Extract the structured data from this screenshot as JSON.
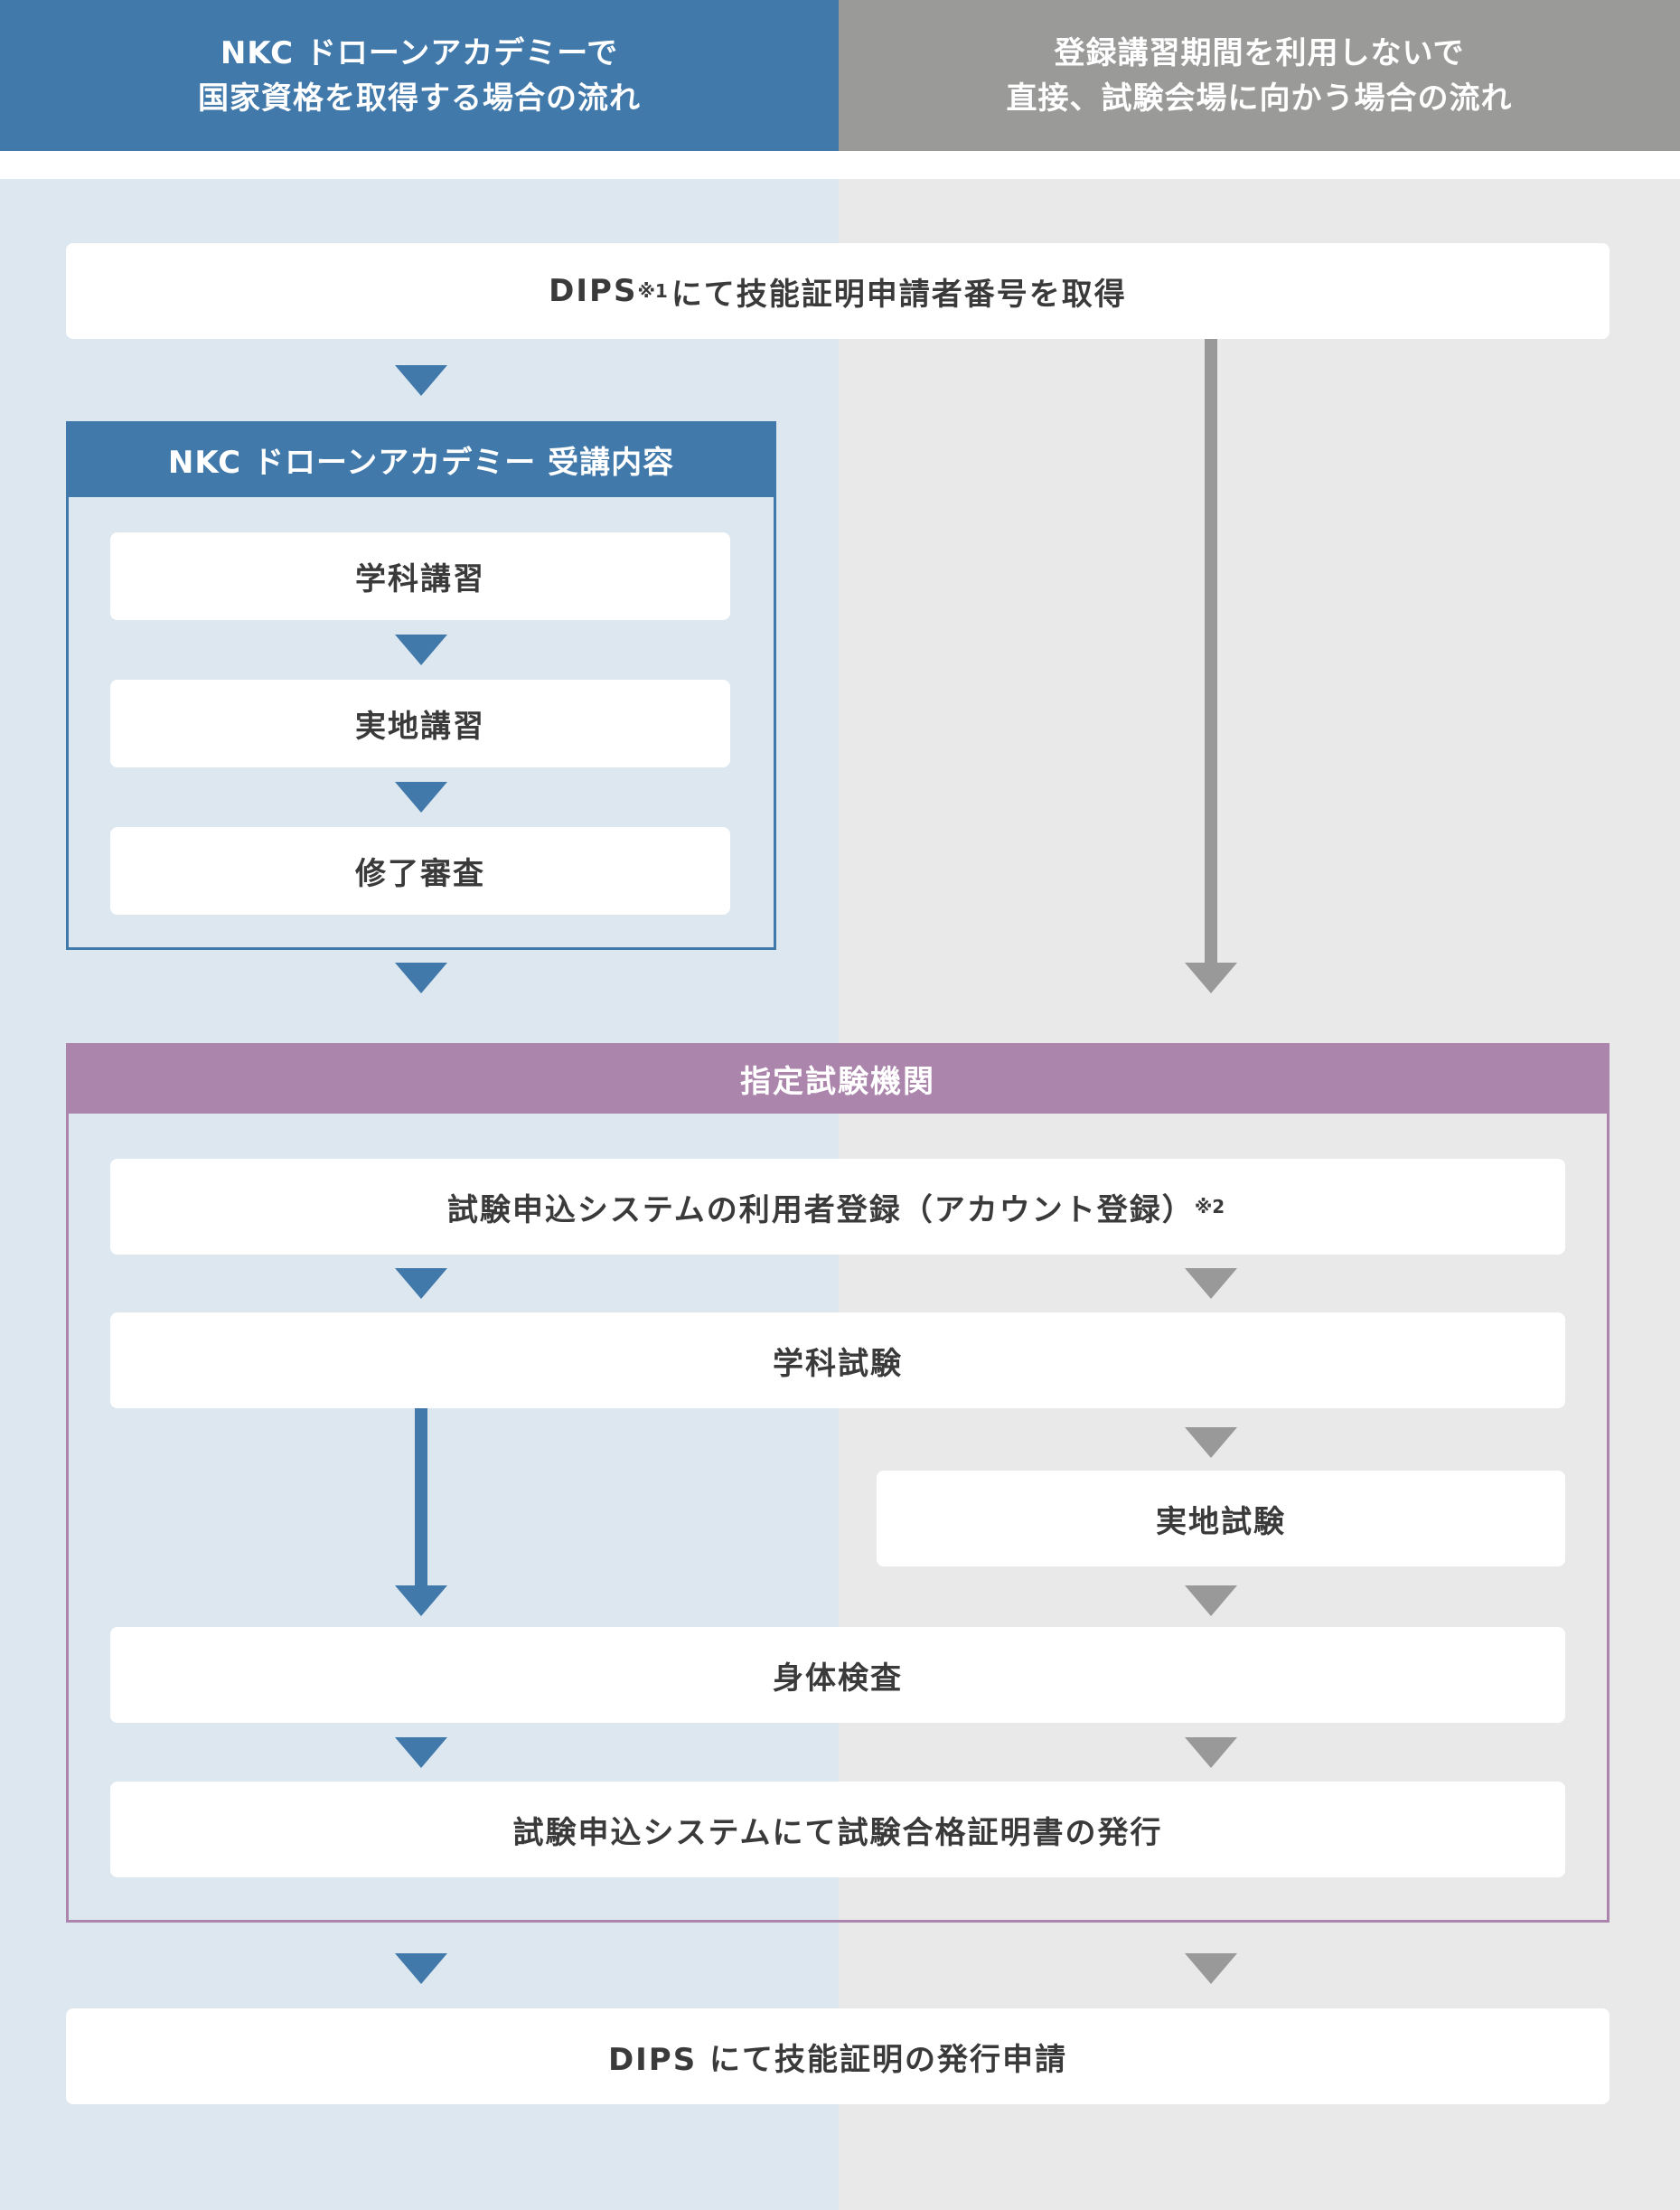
{
  "headers": {
    "left_line1": "NKC ドローンアカデミーで",
    "left_line2": "国家資格を取得する場合の流れ",
    "right_line1": "登録講習期間を利用しないで",
    "right_line2": "直接、試験会場に向かう場合の流れ"
  },
  "steps": {
    "dips_acquire": "DIPS",
    "dips_acquire_note": "※1",
    "dips_acquire_rest": "にて技能証明申請者番号を取得",
    "course_title": "NKC ドローンアカデミー 受講内容",
    "course_lecture": "学科講習",
    "course_practical": "実地講習",
    "course_review": "修了審査",
    "exam_org_title": "指定試験機関",
    "exam_registration": "試験申込システムの利用者登録（アカウント登録）",
    "exam_registration_note": "※2",
    "written_exam": "学科試験",
    "practical_exam": "実地試験",
    "physical_exam": "身体検査",
    "certificate_issue": "試験申込システムにて試験合格証明書の発行",
    "dips_issue": "DIPS にて技能証明の発行申請"
  },
  "colors": {
    "blue": "#4179ab",
    "gray": "#9a9a99",
    "purple": "#ab85ab",
    "light_blue_bg": "#dde7f0",
    "light_gray_bg": "#e9e9e9"
  }
}
